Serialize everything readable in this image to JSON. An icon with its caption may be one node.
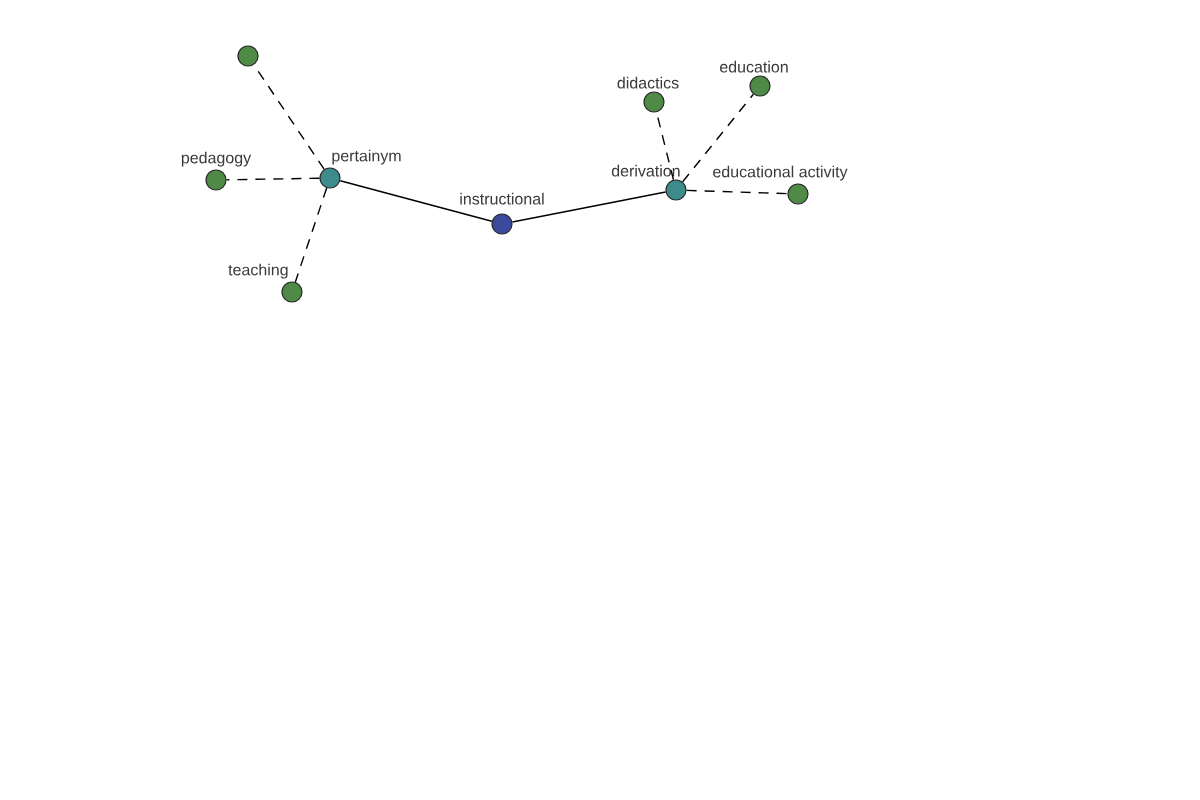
{
  "diagram": {
    "nodes": [
      {
        "text": [
          "instructional"
        ]
      },
      {
        "text": [
          "pertainym"
        ]
      },
      {
        "text": [],
        "shape": "circle"
      },
      {
        "text": [
          "pedagogy"
        ]
      },
      {
        "text": [
          "teaching"
        ]
      },
      {
        "text": [
          "derivation"
        ]
      },
      {
        "text": [
          "didactics"
        ]
      },
      {
        "text": [
          "education"
        ]
      },
      {
        "text": [
          "educational activity"
        ]
      }
    ],
    "edges": [
      {
        "from": 0,
        "to": 1,
        "arrow": "none"
      },
      {
        "from": 1,
        "to": 2,
        "arrow": "none",
        "style": "dashed"
      },
      {
        "from": 1,
        "to": 3,
        "arrow": "none",
        "style": "dashed"
      },
      {
        "from": 1,
        "to": 4,
        "arrow": "none",
        "style": "dashed"
      },
      {
        "from": 0,
        "to": 5,
        "arrow": "none"
      },
      {
        "from": 5,
        "to": 6,
        "arrow": "none",
        "style": "dashed"
      },
      {
        "from": 5,
        "to": 7,
        "arrow": "none",
        "style": "dashed"
      },
      {
        "from": 5,
        "to": 8,
        "arrow": "none",
        "style": "dashed"
      }
    ]
  }
}
